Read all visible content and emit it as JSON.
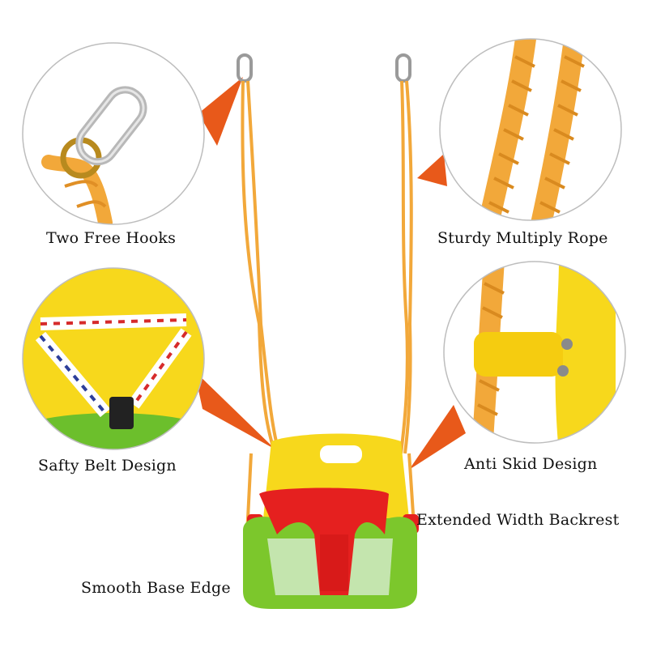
{
  "labels": {
    "hooks": "Two Free Hooks",
    "rope": "Sturdy Multiply Rope",
    "belt": "Safty Belt Design",
    "skid": "Anti Skid Design",
    "backrest": "Extended Width Backrest",
    "base": "Smooth Base Edge"
  },
  "colors": {
    "rope": "#f2a83a",
    "seat_yellow": "#f7d81c",
    "seat_red": "#e5201f",
    "seat_green": "#7cc72c",
    "pointer": "#e8591a",
    "circle_border": "#bdbdbd"
  }
}
